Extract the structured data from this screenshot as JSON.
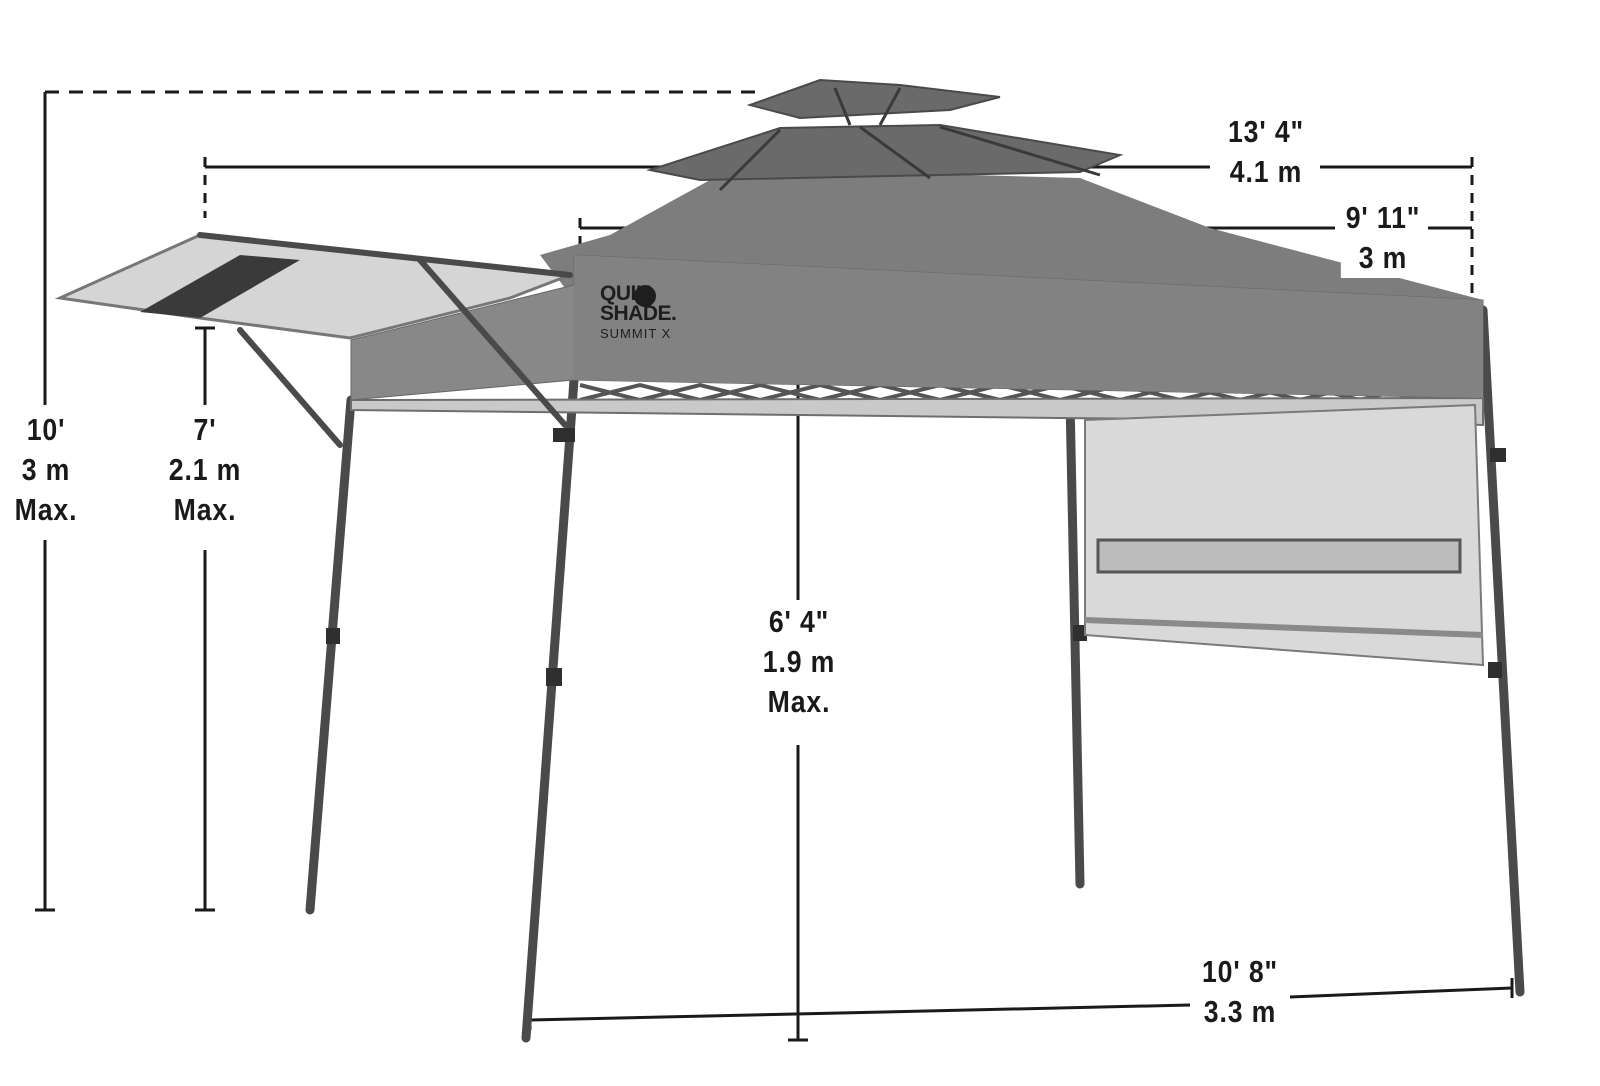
{
  "brand": {
    "logo_line1": "QUIK",
    "logo_line2": "SHADE.",
    "model": "SUMMIT X"
  },
  "dimensions": {
    "overall_height": {
      "imperial": "10'",
      "metric": "3 m",
      "note": "Max."
    },
    "awning_height": {
      "imperial": "7'",
      "metric": "2.1 m",
      "note": "Max."
    },
    "center_height": {
      "imperial": "6' 4\"",
      "metric": "1.9 m",
      "note": "Max."
    },
    "overall_width": {
      "imperial": "13' 4\"",
      "metric": "4.1 m"
    },
    "canopy_width": {
      "imperial": "9' 11\"",
      "metric": "3 m"
    },
    "base_width": {
      "imperial": "10' 8\"",
      "metric": "3.3 m"
    }
  },
  "colors": {
    "canopy": "#7d7d7d",
    "canopy_dark": "#5e5e5e",
    "canopy_light": "#c9c9c9",
    "frame": "#4a4a4a",
    "dimension_line": "#1a1a1a"
  }
}
